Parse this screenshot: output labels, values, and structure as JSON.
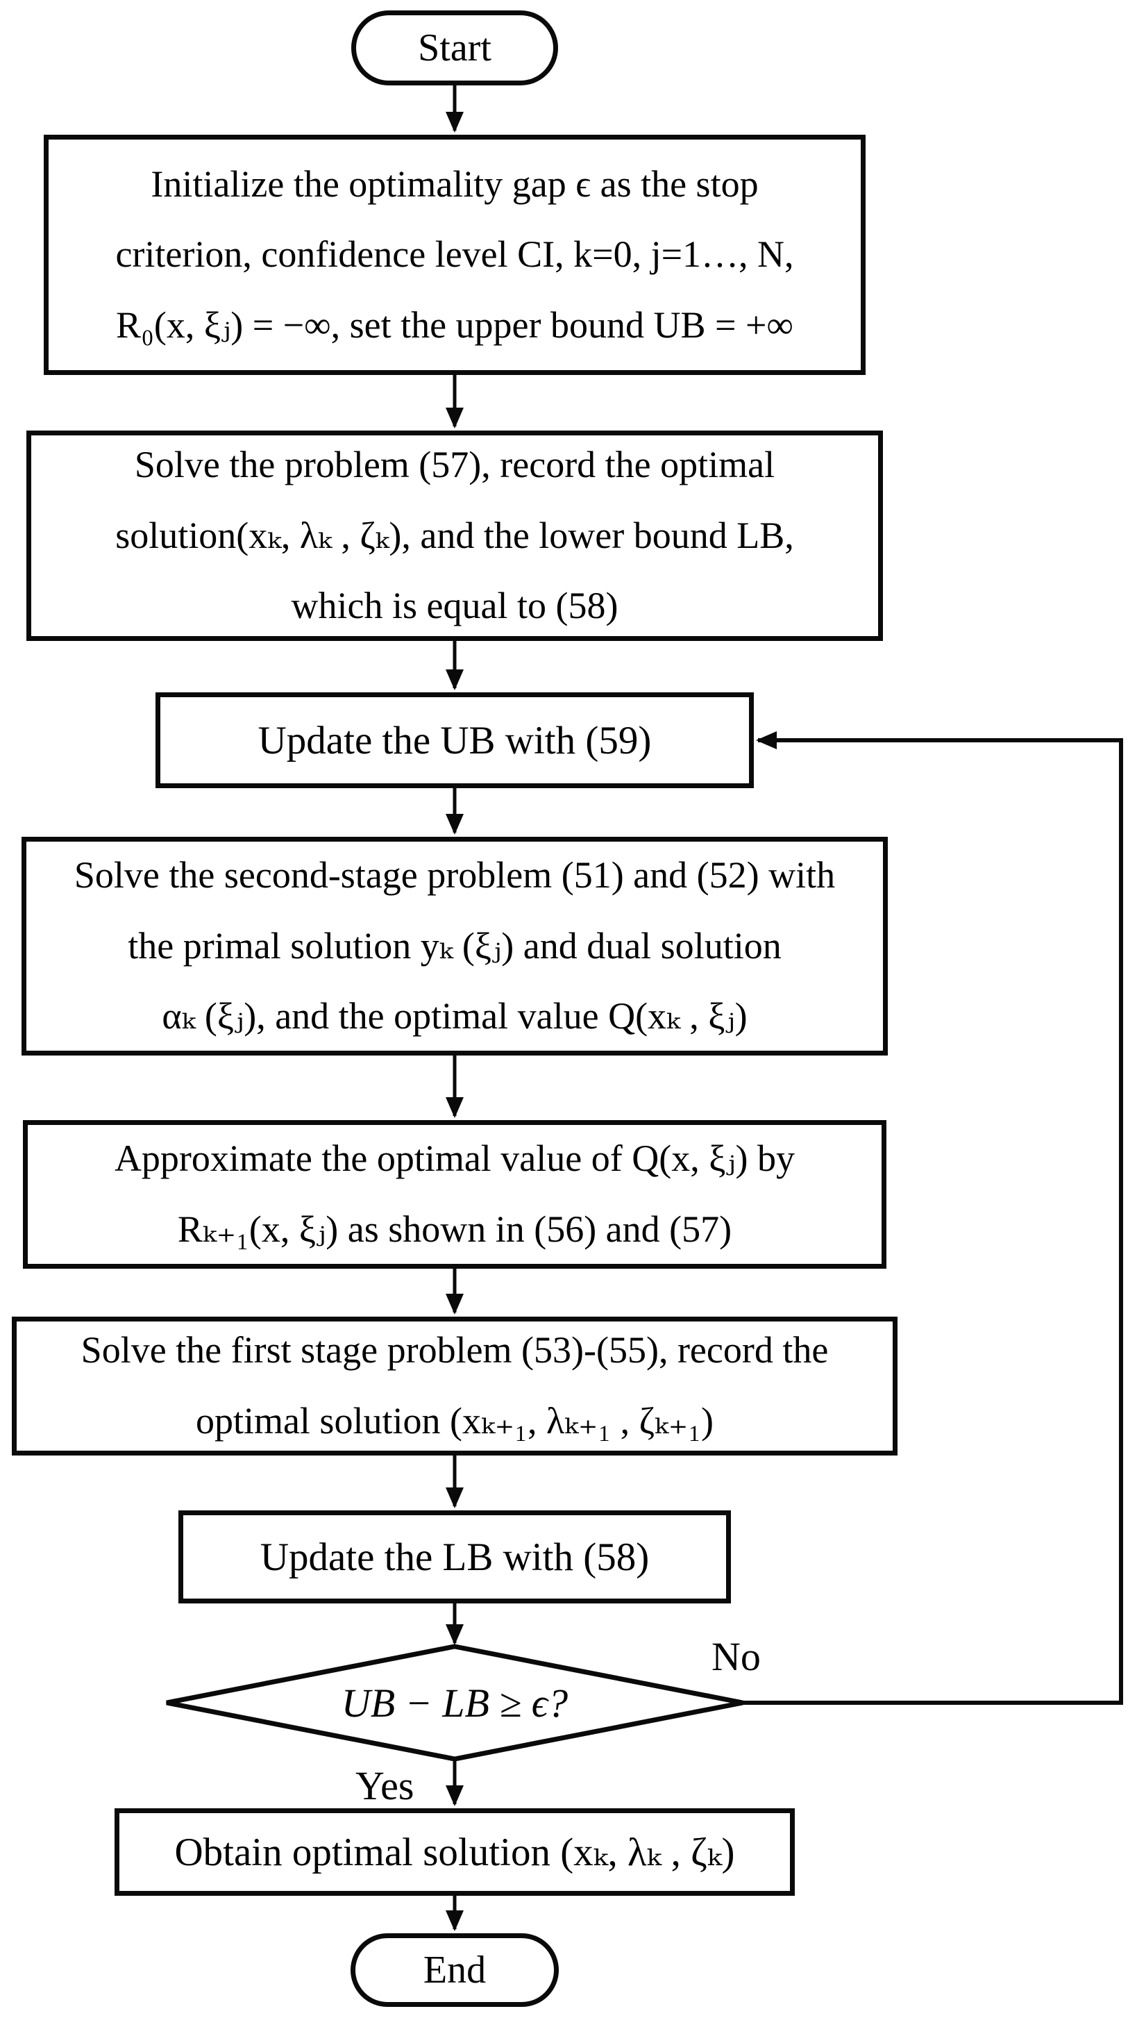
{
  "colors": {
    "stroke": "#0a0a0a",
    "background": "#ffffff",
    "text": "#000000"
  },
  "nodes": {
    "start": {
      "label": "Start"
    },
    "init": {
      "lines": [
        "Initialize the optimality gap ϵ as the stop",
        "criterion, confidence level CI, k=0, j=1…, N,",
        "R₀(x, ξⱼ) = −∞, set the upper bound UB = +∞"
      ]
    },
    "solve57": {
      "lines": [
        "Solve the problem (57), record the optimal",
        "solution(xₖ, λₖ , ζₖ), and the lower bound LB,",
        "which is equal to (58)"
      ]
    },
    "update_ub": {
      "label": "Update the UB with (59)"
    },
    "second_stage": {
      "lines": [
        "Solve the second-stage problem (51) and (52) with",
        "the primal solution yₖ (ξⱼ) and dual solution",
        "αₖ (ξⱼ), and the optimal value Q(xₖ , ξⱼ)"
      ]
    },
    "approximate": {
      "lines": [
        "Approximate the optimal value of Q(x, ξⱼ) by",
        "Rₖ₊₁(x, ξⱼ) as shown in (56) and (57)"
      ]
    },
    "first_stage": {
      "lines": [
        "Solve the first stage problem (53)-(55), record the",
        "optimal solution (xₖ₊₁, λₖ₊₁ , ζₖ₊₁)"
      ]
    },
    "update_lb": {
      "label": "Update the LB with (58)"
    },
    "decision": {
      "label": "UB − LB ≥ ϵ?"
    },
    "obtain": {
      "label": "Obtain optimal solution (xₖ, λₖ , ζₖ)"
    },
    "end": {
      "label": "End"
    }
  },
  "edge_labels": {
    "no": "No",
    "yes": "Yes"
  }
}
